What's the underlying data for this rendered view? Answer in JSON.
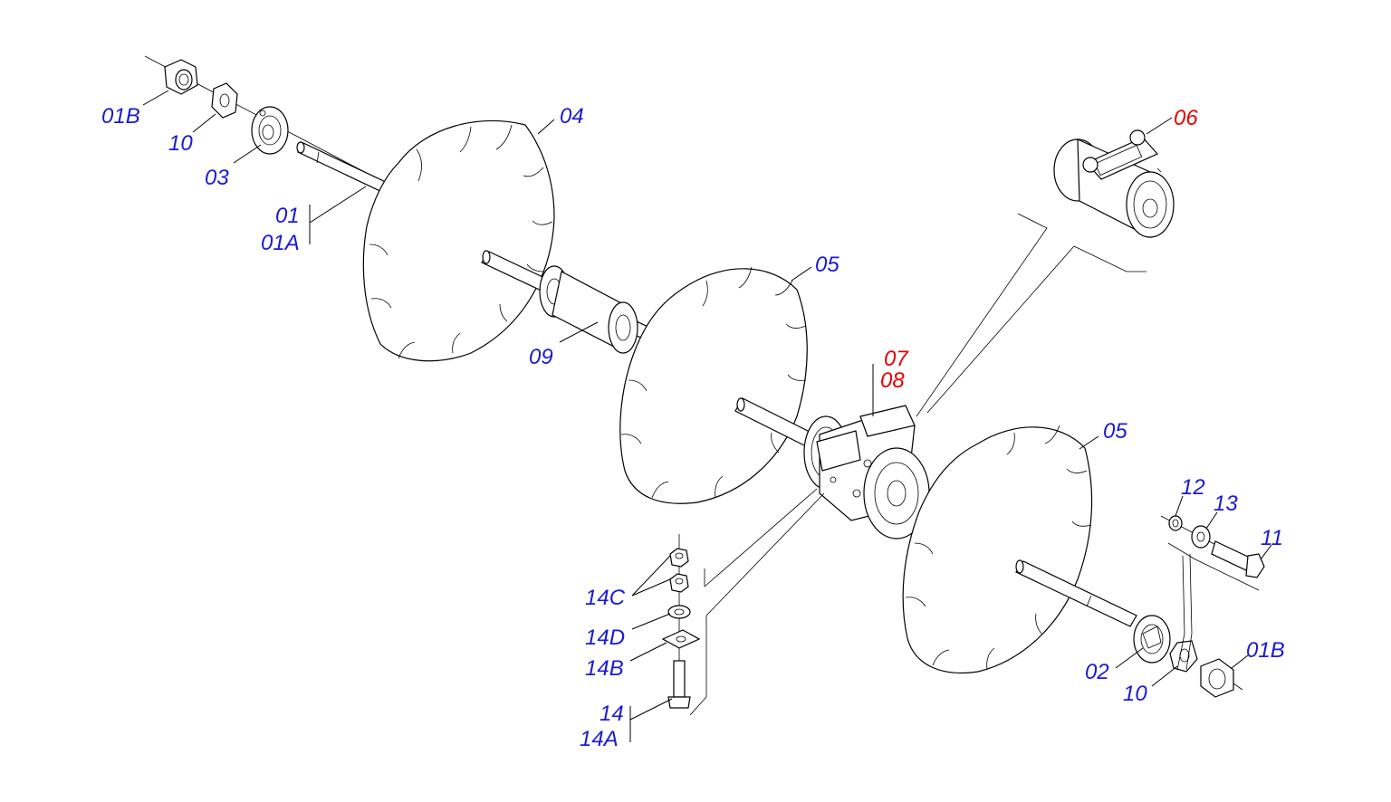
{
  "colors": {
    "blue_label": "#1a1ad6",
    "red_label": "#e60000",
    "line": "#000000"
  },
  "callouts": {
    "c01B_left": "01B",
    "c10_left": "10",
    "c03": "03",
    "c01": "01",
    "c01A": "01A",
    "c04": "04",
    "c09": "09",
    "c05_mid": "05",
    "c05_right": "05",
    "c06": "06",
    "c07": "07",
    "c08": "08",
    "c12": "12",
    "c13": "13",
    "c11": "11",
    "c14C": "14C",
    "c14D": "14D",
    "c14B": "14B",
    "c14": "14",
    "c14A": "14A",
    "c02": "02",
    "c10_right": "10",
    "c01B_right": "01B"
  }
}
